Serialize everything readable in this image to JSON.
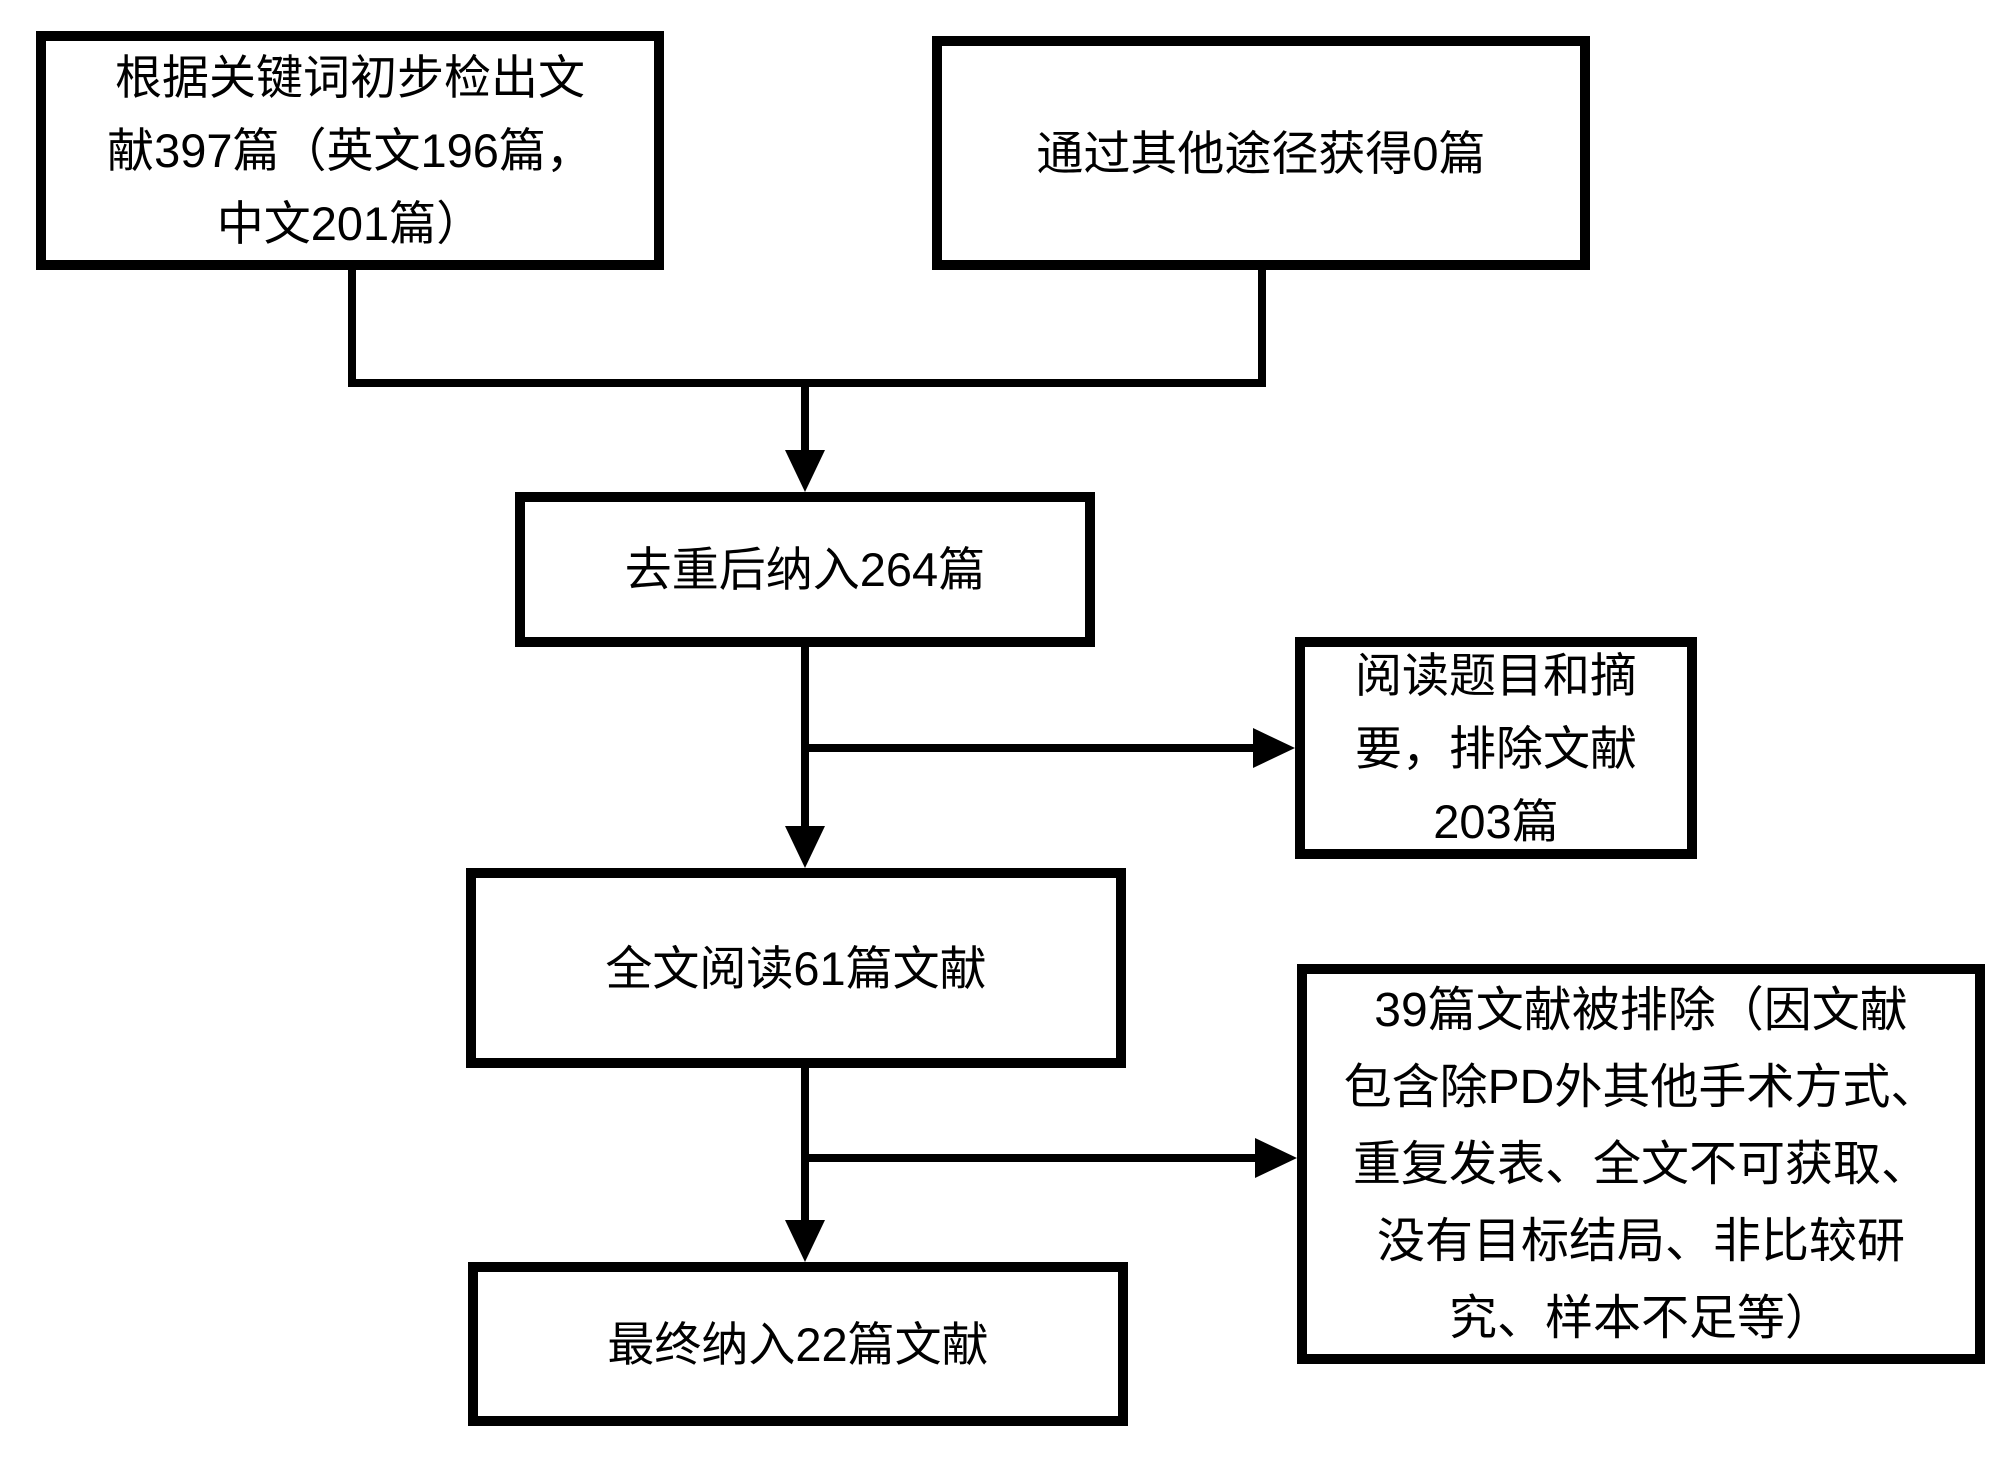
{
  "page": {
    "background": "#ffffff",
    "line_color": "#000000",
    "text_color": "#000000"
  },
  "flowchart": {
    "type": "literature-screening-flow",
    "nodes": [
      {
        "id": "keyword-search",
        "text": "根据关键词初步检出文献397篇（英文196篇，中文201篇）",
        "lines": [
          "根据关键词初步检出文",
          "献397篇（英文196篇，",
          "中文201篇）"
        ]
      },
      {
        "id": "other-sources",
        "text": "通过其他途径获得0篇",
        "lines": [
          "通过其他途径获得0篇"
        ]
      },
      {
        "id": "after-dedup",
        "text": "去重后纳入264篇",
        "lines": [
          "去重后纳入264篇"
        ]
      },
      {
        "id": "title-abstract-exclusion",
        "text": "阅读题目和摘要，排除文献203篇",
        "lines": [
          "阅读题目和摘",
          "要，排除文献",
          "203篇"
        ]
      },
      {
        "id": "fulltext-review",
        "text": "全文阅读61篇文献",
        "lines": [
          "全文阅读61篇文献"
        ]
      },
      {
        "id": "fulltext-exclusion",
        "text": "39篇文献被排除（因文献包含除PD外其他手术方式、重复发表、全文不可获取、没有目标结局、非比较研究、样本不足等）",
        "lines": [
          "39篇文献被排除（因文献",
          "包含除PD外其他手术方式、",
          "重复发表、全文不可获取、",
          "没有目标结局、非比较研",
          "究、样本不足等）"
        ]
      },
      {
        "id": "final-included",
        "text": "最终纳入22篇文献",
        "lines": [
          "最终纳入22篇文献"
        ]
      }
    ],
    "edges": [
      {
        "from": "keyword-search",
        "to": "after-dedup"
      },
      {
        "from": "other-sources",
        "to": "after-dedup"
      },
      {
        "from": "after-dedup",
        "to": "fulltext-review"
      },
      {
        "from": "after-dedup",
        "to": "title-abstract-exclusion"
      },
      {
        "from": "fulltext-review",
        "to": "final-included"
      },
      {
        "from": "fulltext-review",
        "to": "fulltext-exclusion"
      }
    ]
  }
}
